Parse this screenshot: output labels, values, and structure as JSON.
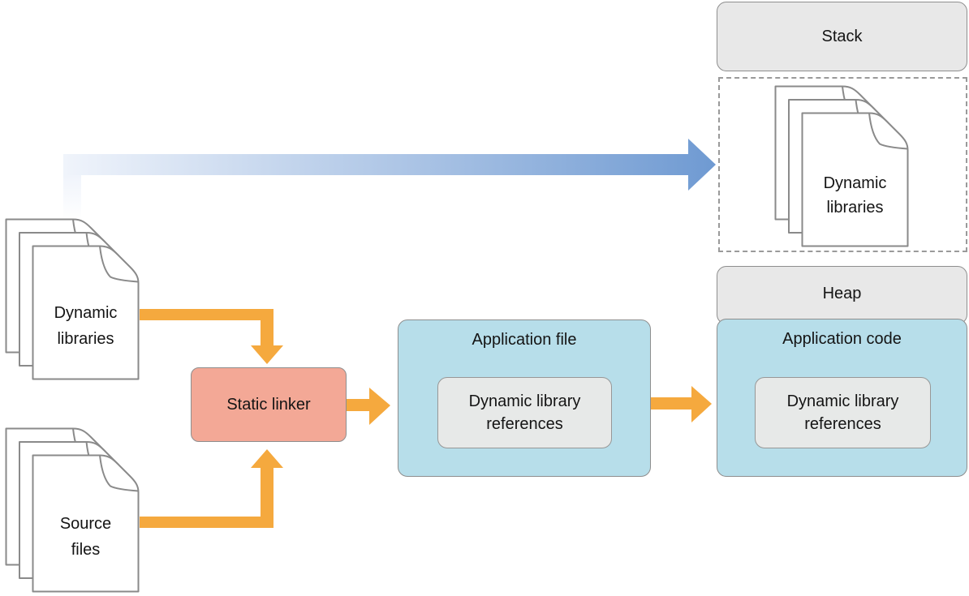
{
  "colors": {
    "orange": "#F5A93E",
    "salmonFill": "#F3A896",
    "blueFill": "#B7DEEA",
    "grayFill": "#E8E8E8",
    "innerGrayFill": "#E7E9E8",
    "border": "#8E8E8E",
    "blueArrowStart": "#F0F4FB",
    "blueArrowEnd": "#6F9AD2"
  },
  "nodes": {
    "stack": {
      "label": "Stack"
    },
    "loaded_libraries": {
      "line1": "Dynamic",
      "line2": "libraries"
    },
    "heap": {
      "label": "Heap"
    },
    "application_code": {
      "label": "Application code",
      "ref_line1": "Dynamic library",
      "ref_line2": "references"
    },
    "application_file": {
      "label": "Application file",
      "ref_line1": "Dynamic library",
      "ref_line2": "references"
    },
    "static_linker": {
      "label": "Static linker"
    },
    "dynamic_libraries": {
      "line1": "Dynamic",
      "line2": "libraries"
    },
    "source_files": {
      "line1": "Source",
      "line2": "files"
    }
  }
}
